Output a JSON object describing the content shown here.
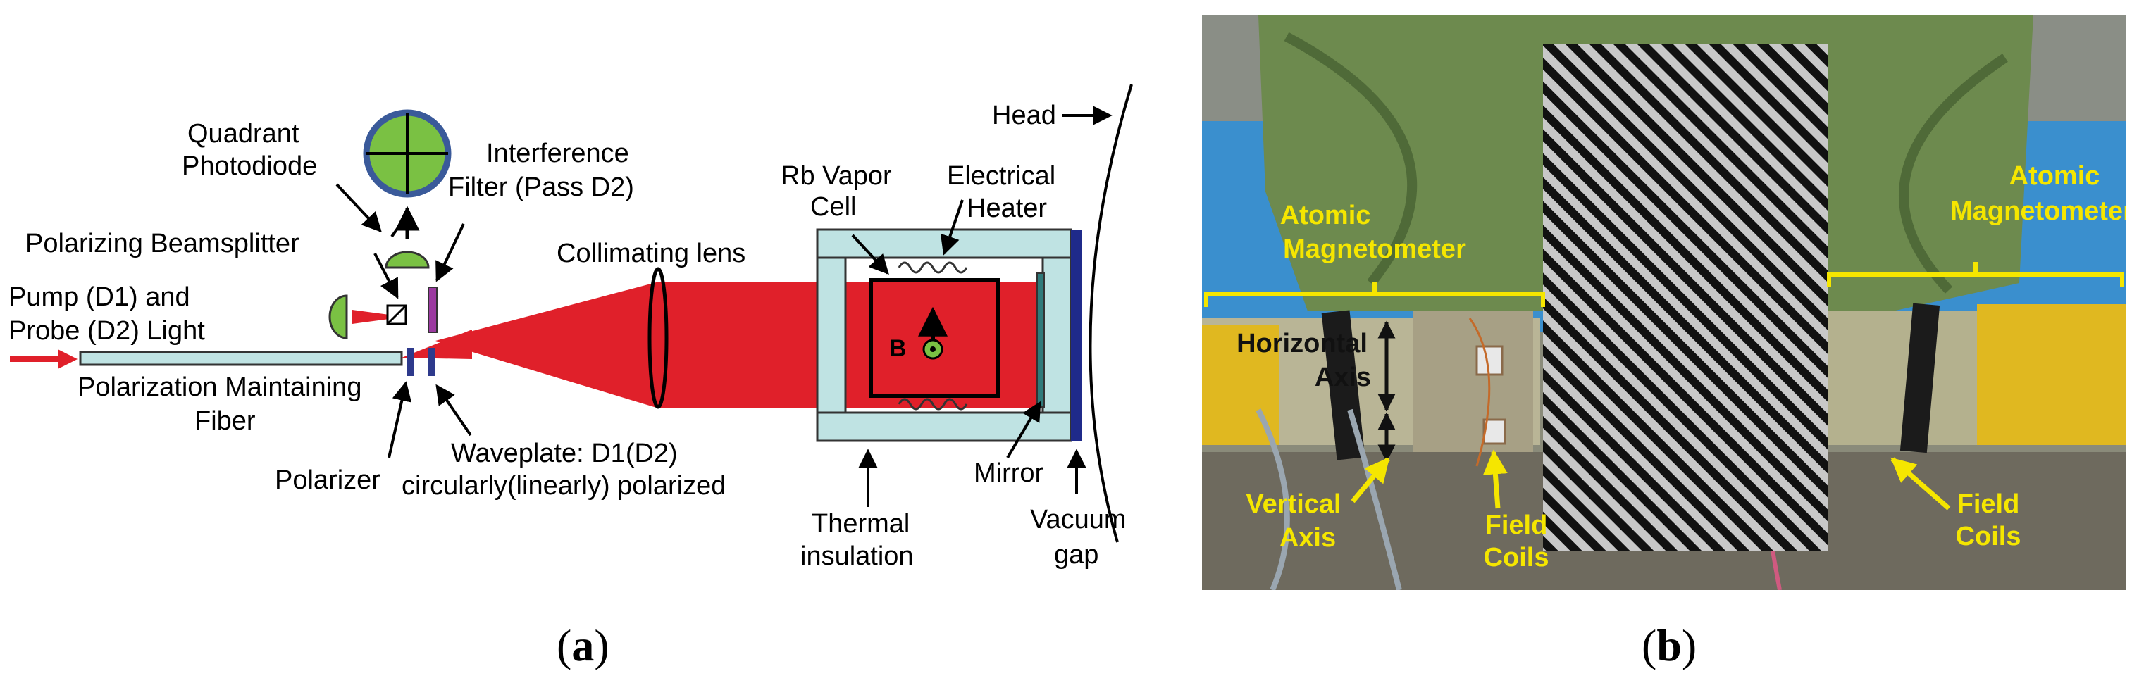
{
  "panel_a": {
    "labels": {
      "quadrant_1": "Quadrant",
      "quadrant_2": "Photodiode",
      "interference_1": "Interference",
      "interference_2": "Filter (Pass D2)",
      "pol_bs": "Polarizing Beamsplitter",
      "pump_1": "Pump (D1) and",
      "pump_2": "Probe (D2) Light",
      "pmf_1": "Polarization Maintaining",
      "pmf_2": "Fiber",
      "polarizer": "Polarizer",
      "waveplate_1": "Waveplate: D1(D2)",
      "waveplate_2": "circularly(linearly) polarized",
      "collimating": "Collimating lens",
      "rb_1": "Rb Vapor",
      "rb_2": "Cell",
      "heater_1": "Electrical",
      "heater_2": "Heater",
      "b_field": "B",
      "head": "Head",
      "mirror": "Mirror",
      "thermal_1": "Thermal",
      "thermal_2": "insulation",
      "vacuum_1": "Vacuum",
      "vacuum_2": "gap"
    },
    "colors": {
      "beam": "#e0202a",
      "cell_wall": "#bfe3e3",
      "detector": "#7ac143",
      "quadrant_ring": "#3a5a9a",
      "waveplate": "#2e3a8c",
      "filter": "#9b3aa0",
      "head_plate": "#1f2a8a"
    }
  },
  "panel_b": {
    "labels": {
      "am_left_1": "Atomic",
      "am_left_2": "Magnetometer",
      "am_right_1": "Atomic",
      "am_right_2": "Magnetometer",
      "horiz_1": "Horizontal",
      "horiz_2": "Axis",
      "vert_1": "Vertical",
      "vert_2": "Axis",
      "coils_left_1": "Field",
      "coils_left_2": "Coils",
      "coils_right_1": "Field",
      "coils_right_2": "Coils"
    },
    "colors": {
      "annotation": "#f5e600"
    }
  },
  "captions": {
    "a": "a",
    "b": "b"
  }
}
